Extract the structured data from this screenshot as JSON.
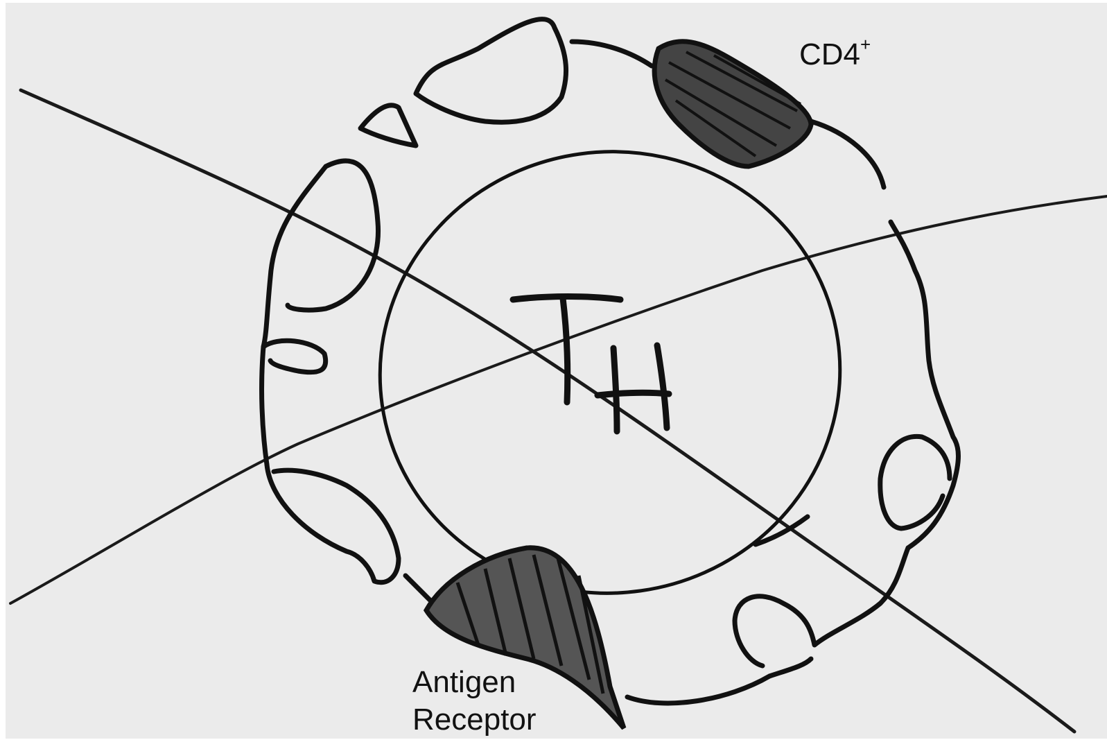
{
  "diagram": {
    "cell_label": "TH",
    "labels": {
      "cd4_base": "CD4",
      "cd4_superscript": "+",
      "antigen_line1": "Antigen",
      "antigen_line2": "Receptor"
    }
  },
  "colors": {
    "paper": "#ebebeb",
    "ink": "#111111",
    "pen": "#1a1a1a"
  }
}
